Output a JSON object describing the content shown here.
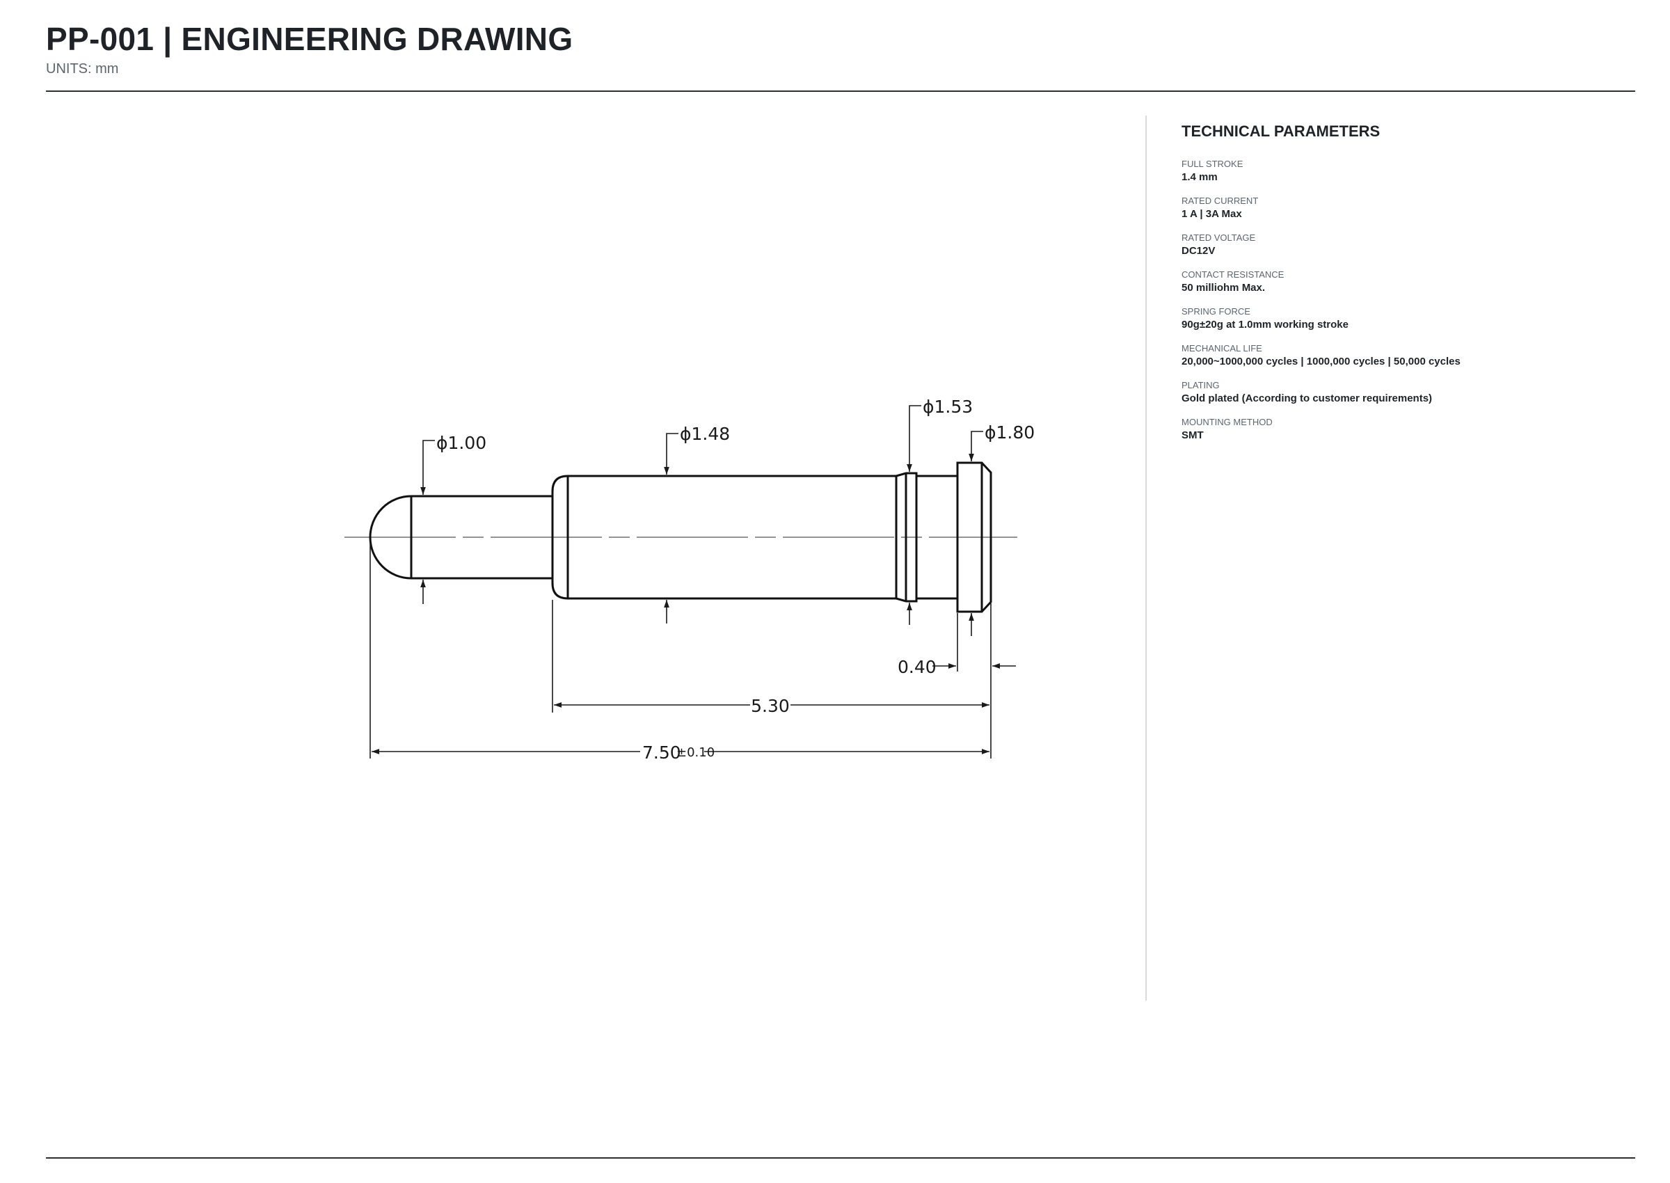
{
  "header": {
    "title": "PP-001  |  ENGINEERING DRAWING",
    "units": "UNITS: mm"
  },
  "drawing": {
    "dims": {
      "d_tip": "ϕ1.00",
      "d_body": "ϕ1.48",
      "d_groove": "ϕ1.53",
      "d_flange": "ϕ1.80",
      "flange_thk": "0.40",
      "body_len": "5.30",
      "total_len": "7.50",
      "total_tol": "±0.10"
    }
  },
  "parameters": {
    "title": "TECHNICAL PARAMETERS",
    "items": [
      {
        "label": "FULL STROKE",
        "value": "1.4 mm"
      },
      {
        "label": "RATED CURRENT",
        "value": "1 A | 3A Max"
      },
      {
        "label": "RATED VOLTAGE",
        "value": "DC12V"
      },
      {
        "label": "CONTACT RESISTANCE",
        "value": "50 milliohm Max."
      },
      {
        "label": "SPRING FORCE",
        "value": "90g±20g at 1.0mm working stroke"
      },
      {
        "label": "MECHANICAL LIFE",
        "value": "20,000~1000,000 cycles | 1000,000 cycles | 50,000 cycles"
      },
      {
        "label": "PLATING",
        "value": "Gold plated (According to customer requirements)"
      },
      {
        "label": "MOUNTING METHOD",
        "value": "SMT"
      }
    ]
  }
}
